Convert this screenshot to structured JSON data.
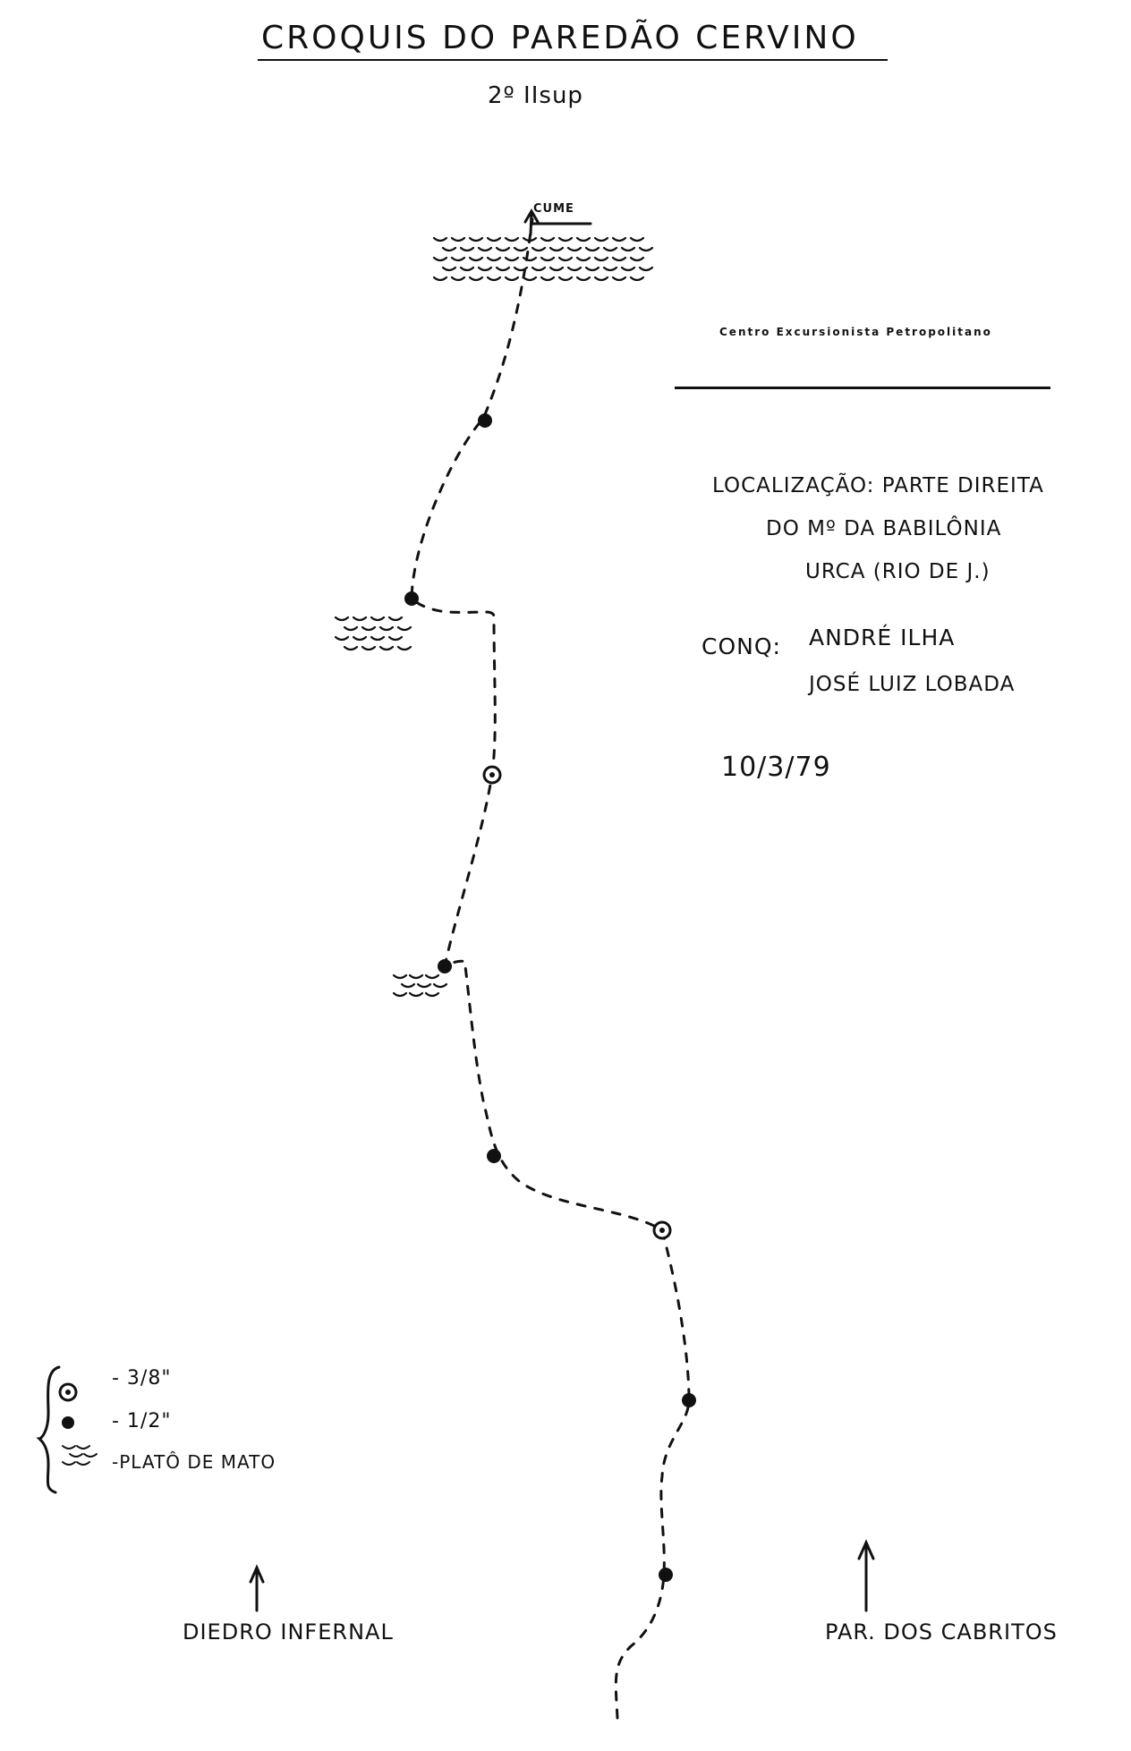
{
  "title": "CROQUIS DO PAREDÃO CERVINO",
  "grade": "2º IIsup",
  "summit_label": "CUME",
  "club": "Centro Excursionista Petropolitano",
  "location": {
    "line1": "LOCALIZAÇÃO: PARTE DIREITA",
    "line2": "DO Mº DA BABILÔNIA",
    "line3": "URCA (RIO DE J.)"
  },
  "conquest": {
    "label": "CONQ:",
    "climber1": "ANDRÉ ILHA",
    "climber2": "JOSÉ LUIZ LOBADA"
  },
  "date": "10/3/79",
  "legend": {
    "bolt_3_8": "- 3/8\"",
    "bolt_1_2": "- 1/2\"",
    "plateau": "-PLATÔ DE MATO"
  },
  "arrows": {
    "left": "DIEDRO INFERNAL",
    "right": "PAR. DOS CABRITOS"
  },
  "ink_color": "#111111",
  "route": [
    {
      "type": "dot"
    },
    {
      "type": "dot"
    },
    {
      "type": "ring"
    },
    {
      "type": "dot"
    },
    {
      "type": "dot"
    },
    {
      "type": "ring"
    },
    {
      "type": "dot"
    },
    {
      "type": "dot"
    }
  ]
}
